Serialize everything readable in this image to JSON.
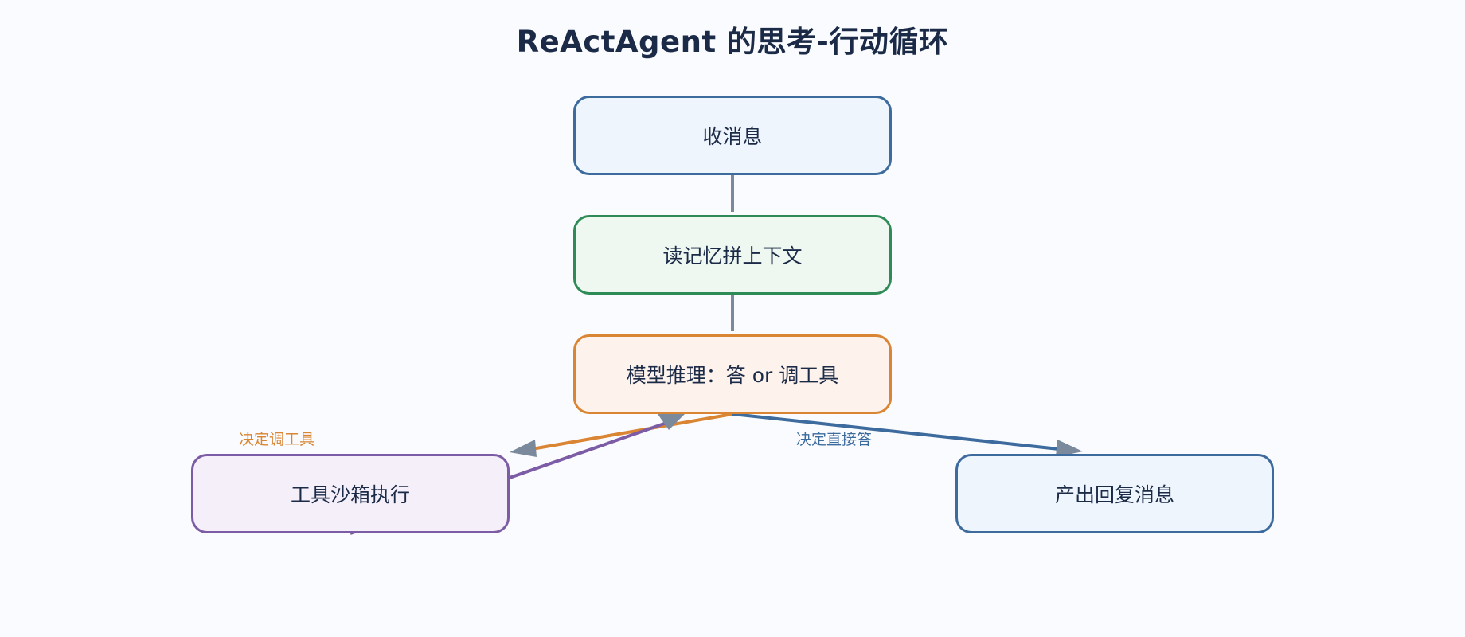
{
  "diagram": {
    "title": "ReActAgent 的思考-行动循环",
    "nodes": {
      "receive": "收消息",
      "memory": "读记忆拼上下文",
      "reason": "模型推理：答 or 调工具",
      "tool": "工具沙箱执行",
      "reply": "产出回复消息"
    },
    "edge_labels": {
      "call_tool": "决定调工具",
      "answer_directly": "决定直接答"
    },
    "colors": {
      "connector": "#7a8a9c",
      "tool_path": "#d98533",
      "answer_path": "#3d6b9e",
      "return_path": "#7d5ca6",
      "arrowhead": "#7a8a9c"
    }
  }
}
